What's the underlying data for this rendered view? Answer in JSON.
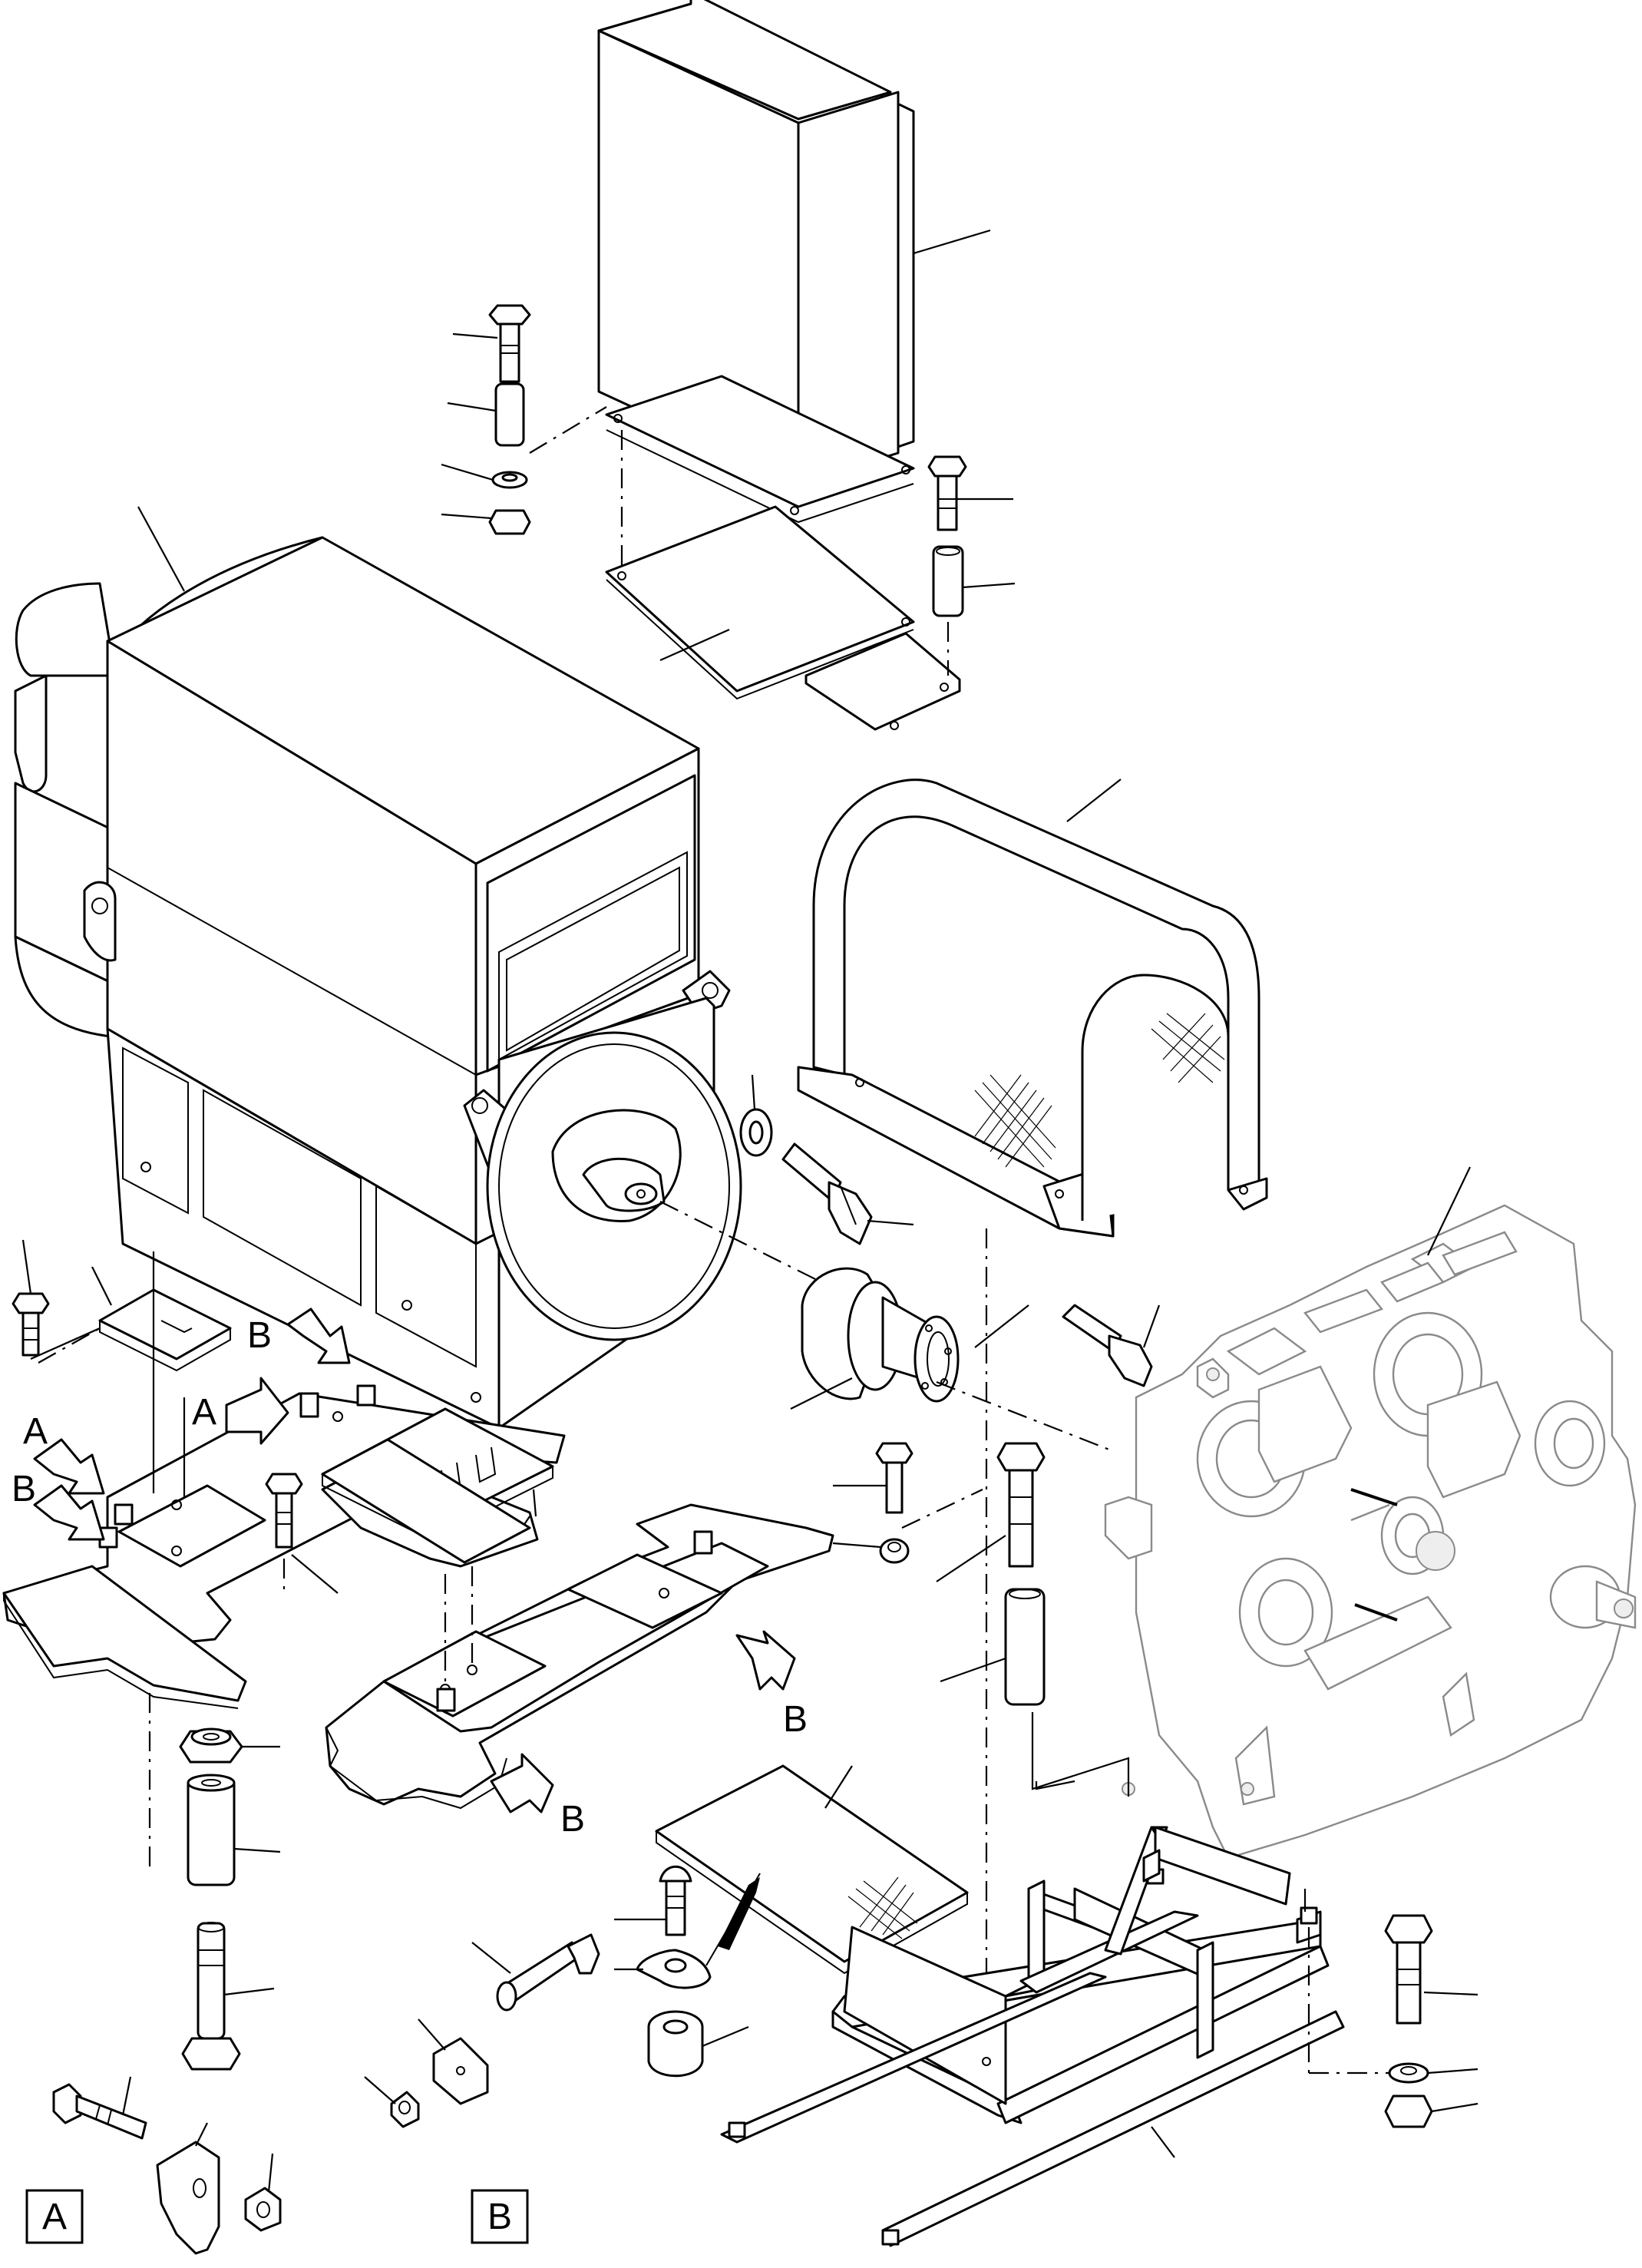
{
  "view_labels": {
    "detail_A": "A",
    "detail_B": "B"
  },
  "callouts": {
    "arrow_A_1": "A",
    "arrow_A_2": "A",
    "arrow_B_1": "B",
    "arrow_B_2": "B",
    "arrow_B_3": "B",
    "arrow_B_4": "B"
  }
}
